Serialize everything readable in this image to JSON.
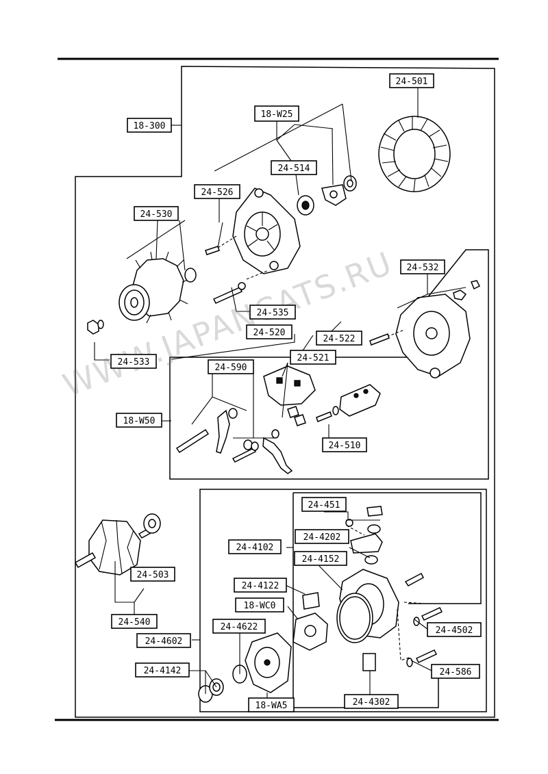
{
  "watermark": "WWW.JAPANCATS.RU",
  "labels": {
    "l_18_300": "18-300",
    "l_18_w25": "18-W25",
    "l_24_501": "24-501",
    "l_24_514": "24-514",
    "l_24_526": "24-526",
    "l_24_530": "24-530",
    "l_24_532": "24-532",
    "l_24_535": "24-535",
    "l_24_520": "24-520",
    "l_24_522": "24-522",
    "l_24_521": "24-521",
    "l_24_533": "24-533",
    "l_24_590": "24-590",
    "l_18_w50": "18-W50",
    "l_24_510": "24-510",
    "l_24_451": "24-451",
    "l_24_4202": "24-4202",
    "l_24_4102": "24-4102",
    "l_24_4152": "24-4152",
    "l_24_503": "24-503",
    "l_24_4122": "24-4122",
    "l_18_wc0": "18-WC0",
    "l_24_540": "24-540",
    "l_24_4622": "24-4622",
    "l_24_4502": "24-4502",
    "l_24_4602": "24-4602",
    "l_24_4142": "24-4142",
    "l_24_586": "24-586",
    "l_24_4302": "24-4302",
    "l_18_wa5": "18-WA5"
  }
}
